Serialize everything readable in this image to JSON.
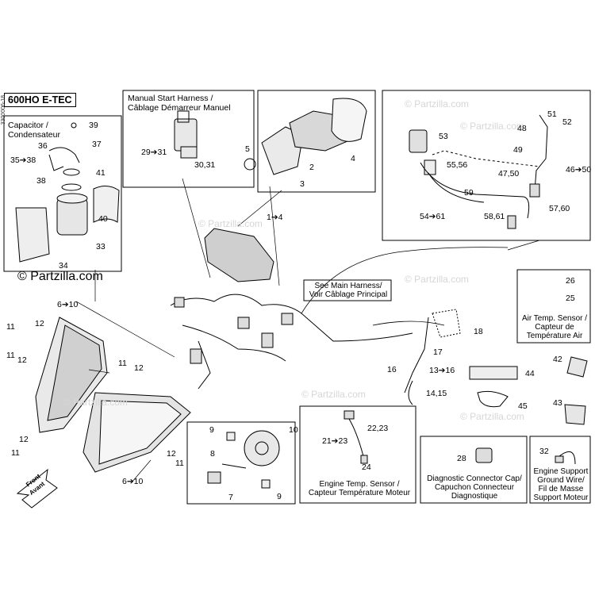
{
  "title": "600HO E-TEC",
  "side_code": "3300006-18",
  "watermark_main": "© Partzilla.com",
  "watermark_faint": "© Partzilla.com",
  "front_label": "Front",
  "front_label_fr": "Avant",
  "callouts": {
    "c1": "1➔4",
    "c2": "2",
    "c3": "3",
    "c4": "4",
    "c5": "5",
    "c6a": "6➔10",
    "c6b": "6➔10",
    "c7": "7",
    "c8": "8",
    "c9a": "9",
    "c9b": "9",
    "c10": "10",
    "c11a": "11",
    "c11b": "11",
    "c11c": "11",
    "c11d": "11",
    "c11e": "11",
    "c12a": "12",
    "c12b": "12",
    "c12c": "12",
    "c12d": "12",
    "c12e": "12",
    "c13": "13➔16",
    "c14": "14,15",
    "c16": "16",
    "c17": "17",
    "c18": "18",
    "c21": "21➔23",
    "c22": "22,23",
    "c24": "24",
    "c25": "25",
    "c26": "26",
    "c28": "28",
    "c29": "29➔31",
    "c30": "30,31",
    "c32": "32",
    "c33": "33",
    "c34": "34",
    "c35": "35➔38",
    "c36": "36",
    "c37": "37",
    "c38": "38",
    "c39": "39",
    "c40": "40",
    "c41": "41",
    "c42": "42",
    "c43": "43",
    "c44": "44",
    "c45": "45",
    "c46": "46➔50",
    "c47": "47,50",
    "c48": "48",
    "c49": "49",
    "c51": "51",
    "c52": "52",
    "c53": "53",
    "c54": "54➔61",
    "c55": "55,56",
    "c57": "57,60",
    "c58": "58,61",
    "c59": "59"
  },
  "captions": {
    "capacitor": [
      "Capacitor /",
      "Condensateur"
    ],
    "manual_start": [
      "Manual Start Harness /",
      "Câblage Démarreur Manuel"
    ],
    "main_harness": [
      "See Main Harness/",
      "Voir Câblage Principal"
    ],
    "air_temp": [
      "Air Temp. Sensor /",
      "Capteur de",
      "Température Air"
    ],
    "engine_temp": [
      "Engine Temp. Sensor /",
      "Capteur Température Moteur"
    ],
    "diag_cap": [
      "Diagnostic Connector Cap/",
      "Capuchon Connecteur",
      "Diagnostique"
    ],
    "ground_wire": [
      "Engine Support",
      "Ground Wire/",
      "Fil de Masse",
      "Support Moteur"
    ]
  }
}
